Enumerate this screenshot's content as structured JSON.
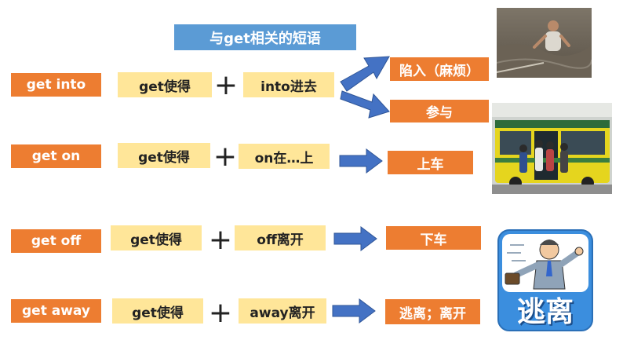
{
  "title": "与get相关的短语",
  "rows": [
    {
      "phrase": "get into",
      "part1": "get使得",
      "part2": "into进去",
      "meanings": [
        "陷入（麻烦）",
        "参与"
      ]
    },
    {
      "phrase": "get on",
      "part1": "get使得",
      "part2": "on在…上",
      "meanings": [
        "上车"
      ]
    },
    {
      "phrase": "get off",
      "part1": "get使得",
      "part2": "off离开",
      "meanings": [
        "下车"
      ]
    },
    {
      "phrase": "get away",
      "part1": "get使得",
      "part2": "away离开",
      "meanings": [
        "逃离；离开"
      ]
    }
  ],
  "plus_symbol": "+",
  "images": {
    "mud_photo": "man-stuck-in-mud-photo",
    "bus_photo": "people-boarding-bus-photo",
    "escape_icon": "running-businessman-icon",
    "escape_icon_text": "逃离"
  },
  "colors": {
    "orange": "#ed7d31",
    "yellow": "#ffe699",
    "blue": "#4472c4",
    "title_bg": "#5b9bd5"
  }
}
